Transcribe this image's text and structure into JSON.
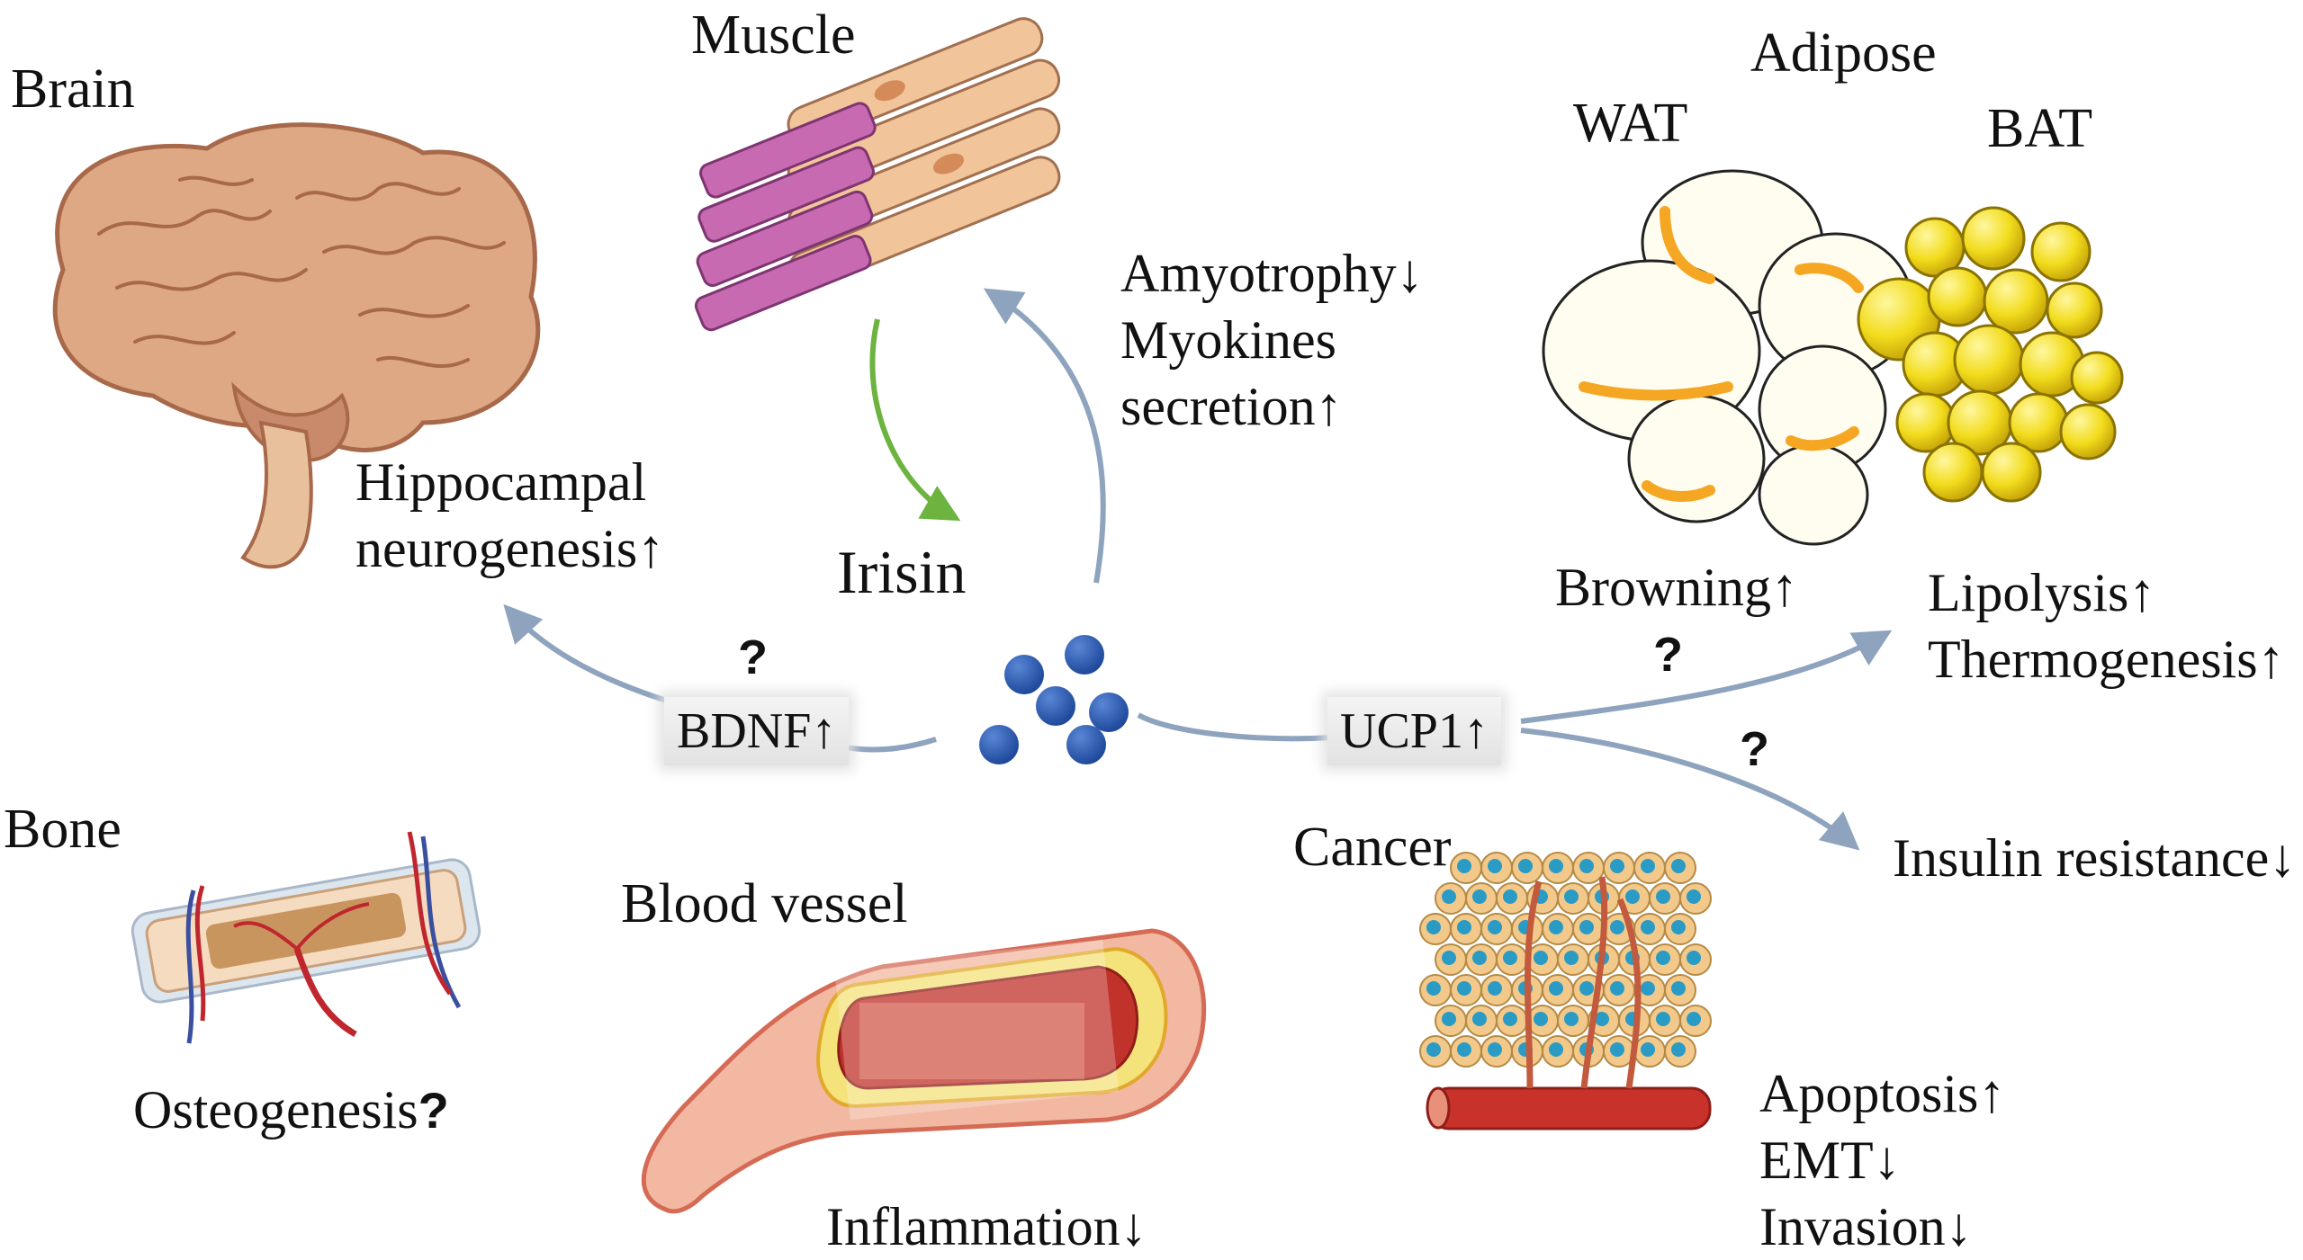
{
  "labels": {
    "brain": "Brain",
    "muscle": "Muscle",
    "adipose": "Adipose",
    "wat": "WAT",
    "bat": "BAT",
    "bone": "Bone",
    "blood_vessel": "Blood vessel",
    "cancer": "Cancer",
    "irisin": "Irisin"
  },
  "effects": {
    "hippocampal": [
      "Hippocampal",
      "neurogenesis↑"
    ],
    "muscle": [
      "Amyotrophy↓",
      "Myokines",
      "secretion↑"
    ],
    "browning": "Browning↑",
    "bat": [
      "Lipolysis↑",
      "Thermogenesis↑"
    ],
    "insulin": "Insulin resistance↓",
    "cancer": [
      "Apoptosis↑",
      "EMT↓",
      "Invasion↓"
    ],
    "bone": "Osteogenesis",
    "vessel": "Inflammation↓"
  },
  "mediators": {
    "bdnf": "BDNF↑",
    "ucp1": "UCP1↑"
  },
  "unknown_mark": "?",
  "colors": {
    "arrow": "#8ea3bd",
    "irisin_arrow": "#6cb33f",
    "irisin_dot": "#2f5cb0",
    "brain": "#d9a078",
    "muscle": "#c86ab2",
    "wat": "#f5a623",
    "bat": "#f2dc1c",
    "vessel": "#e8907a",
    "cancer_cell": "#f2c98a",
    "cancer_nucleus": "#2a9bc4"
  }
}
